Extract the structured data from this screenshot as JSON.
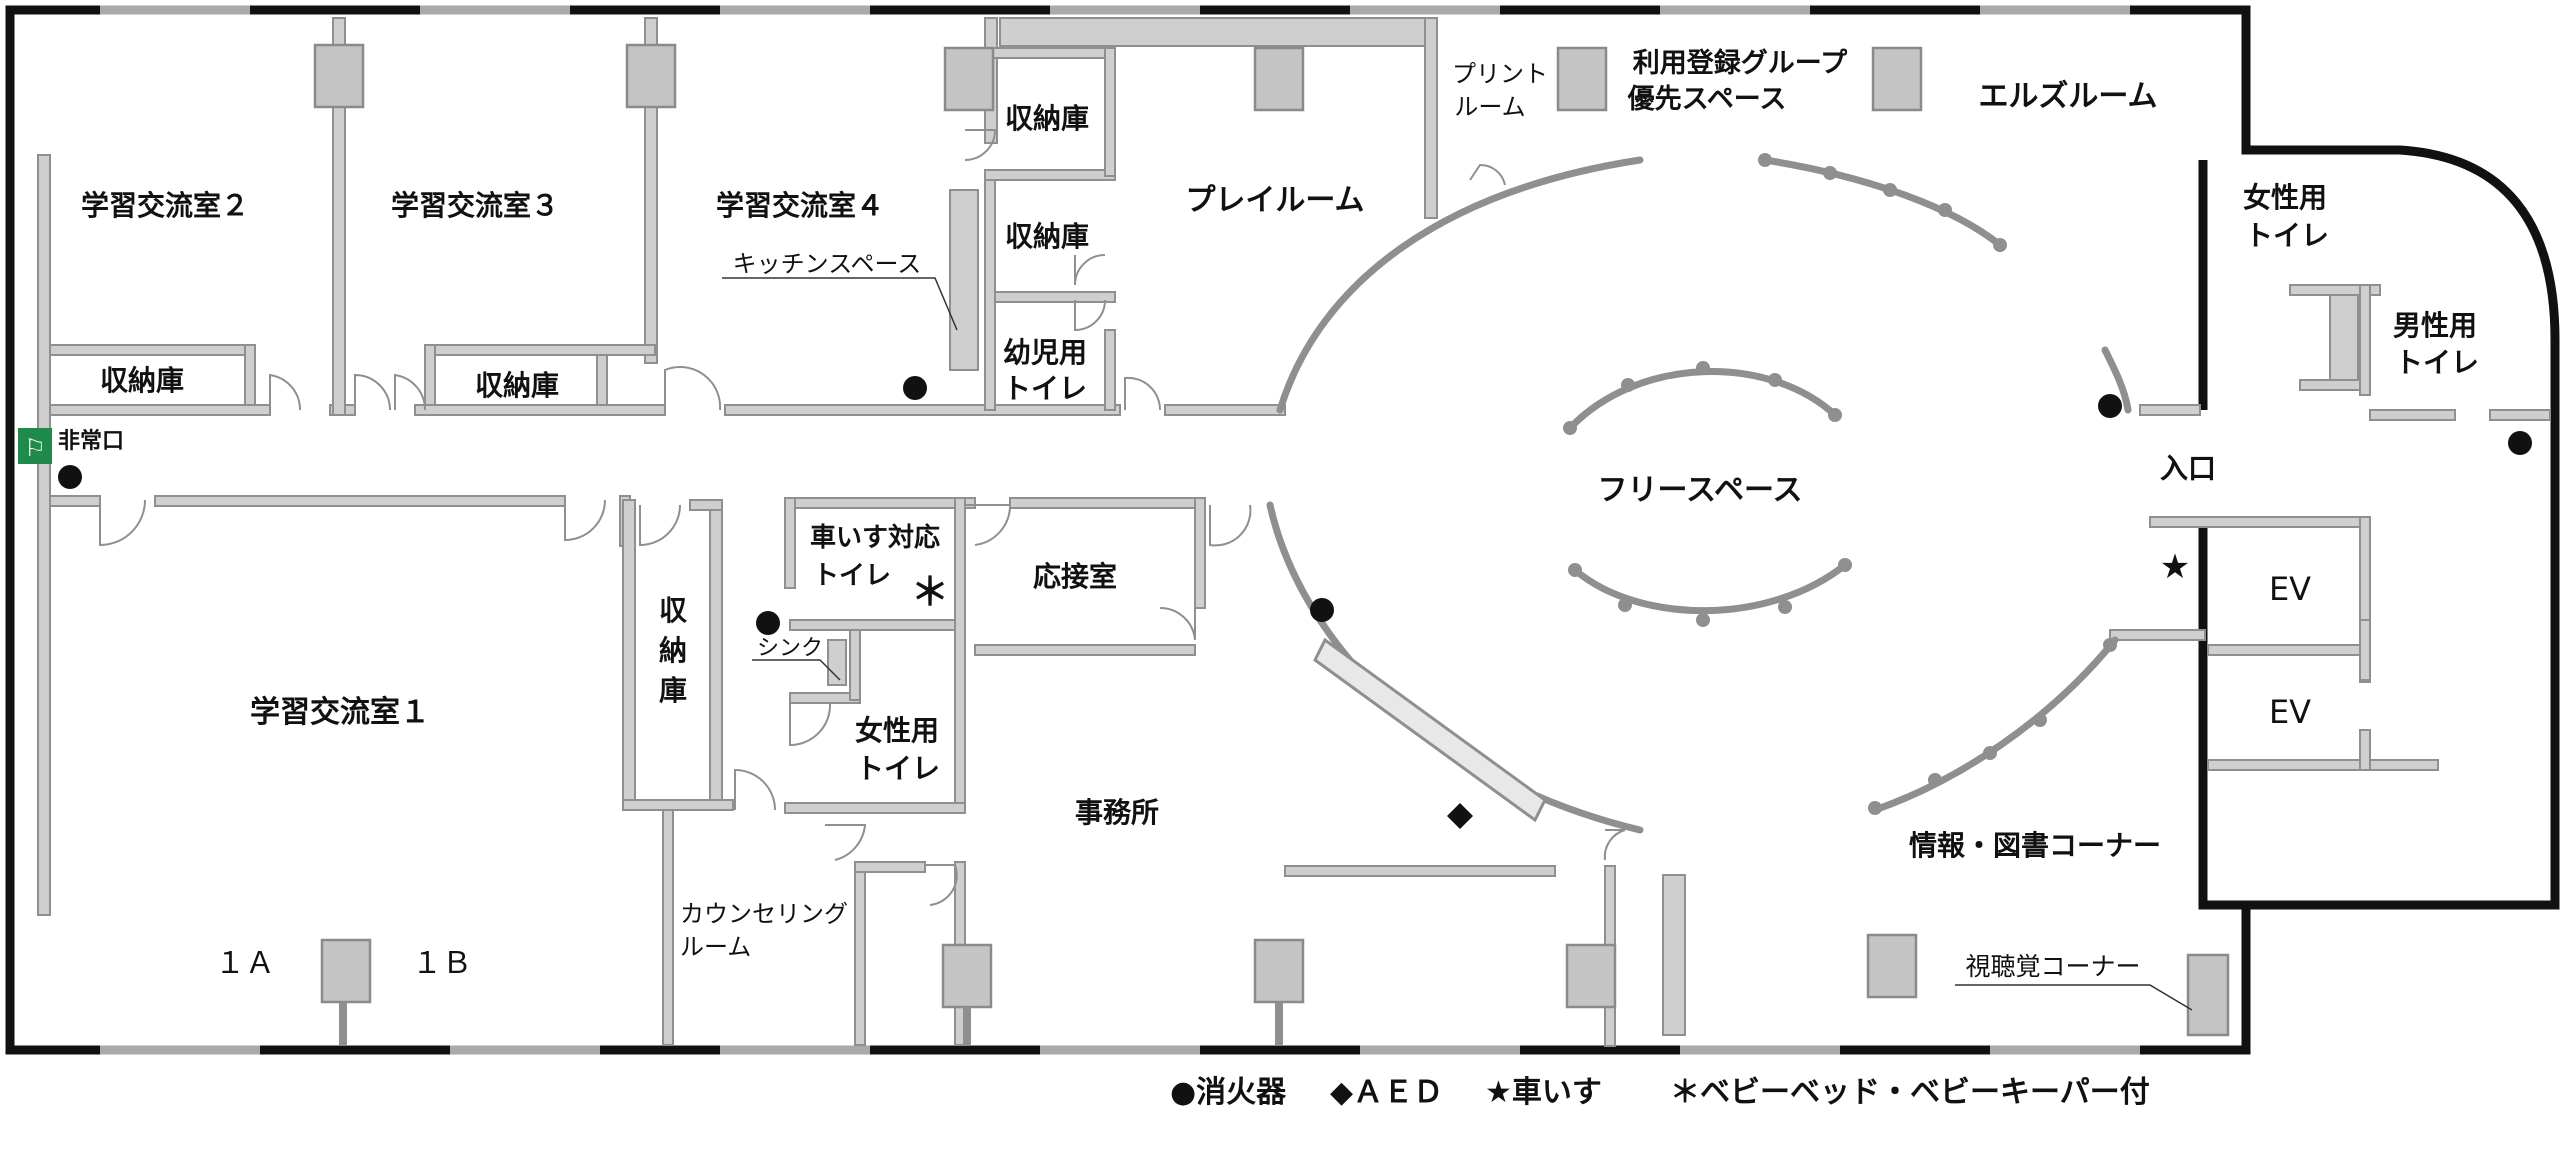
{
  "rooms": {
    "study2": "学習交流室２",
    "study3": "学習交流室３",
    "study4": "学習交流室４",
    "storage_top1": "収納庫",
    "storage_top2": "収納庫",
    "storage_kitchen1": "収納庫",
    "storage_kitchen2": "収納庫",
    "kitchen": "キッチンスペース",
    "toddler_toilet_1": "幼児用",
    "toddler_toilet_2": "トイレ",
    "playroom": "プレイルーム",
    "print_1": "プリント",
    "print_2": "ルーム",
    "priority_1": "利用登録グループ",
    "priority_2": "優先スペース",
    "ells": "エルズルーム",
    "women_toilet_r1": "女性用",
    "women_toilet_r2": "トイレ",
    "men_toilet_1": "男性用",
    "men_toilet_2": "トイレ",
    "emergency_exit": "非常口",
    "free_space": "フリースペース",
    "entrance": "入口",
    "ev1": "EV",
    "ev2": "EV",
    "wheelchair_toilet_1": "車いす対応",
    "wheelchair_toilet_2": "トイレ",
    "reception": "応接室",
    "sink": "シンク",
    "women_toilet_c1": "女性用",
    "women_toilet_c2": "トイレ",
    "storage_v1": "収",
    "storage_v2": "納",
    "storage_v3": "庫",
    "study1": "学習交流室１",
    "zone_1a": "１Ａ",
    "zone_1b": "１Ｂ",
    "counseling_1": "カウンセリング",
    "counseling_2": "ルーム",
    "office": "事務所",
    "info_library": "情報・図書コーナー",
    "av_corner": "視聴覚コーナー",
    "star_mark": "★",
    "asterisk_mark": "＊"
  },
  "legend": {
    "extinguisher": "●消火器",
    "aed": "◆ＡＥＤ",
    "wheelchair": "★車いす",
    "baby": "＊ベビーベッド・ベビーキーパー付"
  },
  "colors": {
    "outer_wall": "#111111",
    "inner_wall": "#cfcfcf",
    "exit_sign": "#1f8a4c"
  }
}
